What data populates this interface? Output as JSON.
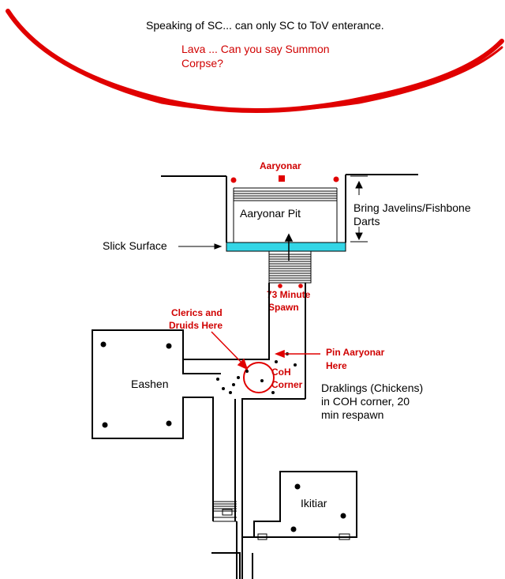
{
  "header": {
    "note": "Speaking of SC... can only SC to ToV enterance.",
    "lava_line1": "Lava ... Can you say Summon",
    "lava_line2": "Corpse?"
  },
  "labels": {
    "aaryonar": "Aaryonar",
    "pit": "Aaryonar Pit",
    "bring_line1": "Bring Javelins/Fishbone",
    "bring_line2": "Darts",
    "slick": "Slick Surface",
    "spawn_line1": "73 Minute",
    "spawn_line2": "Spawn",
    "clerics_line1": "Clerics and",
    "clerics_line2": "Druids Here",
    "pin_line1": "Pin Aaryonar",
    "pin_line2": "Here",
    "coh_line1": "CoH",
    "coh_line2": "Corner",
    "eashen": "Eashen",
    "draklings_line1": "Draklings (Chickens)",
    "draklings_line2": "in COH corner, 20",
    "draklings_line3": "min respawn",
    "ikitiar": "Ikitiar"
  },
  "colors": {
    "lava": "#e00000",
    "annotation": "#d00000",
    "slick_surface": "#33d6e6",
    "wall": "#000000"
  }
}
